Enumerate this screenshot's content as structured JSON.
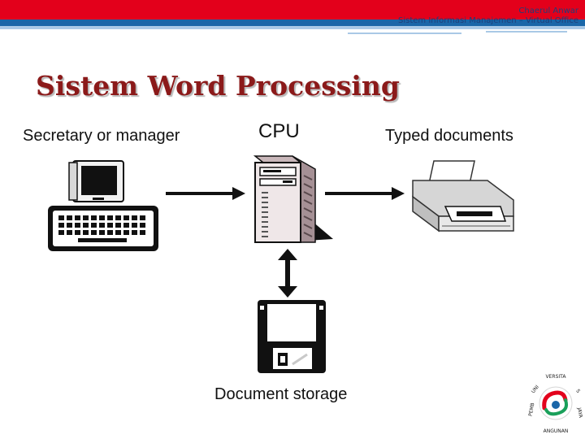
{
  "header": {
    "author": "Chaerul Anwar",
    "course": "Sistem Informasi Manajemen – Virtual Office"
  },
  "title": "Sistem Word Processing",
  "diagram": {
    "nodes": {
      "input": "Secretary or manager",
      "cpu": "CPU",
      "output": "Typed documents",
      "storage": "Document storage"
    }
  },
  "logo": {
    "text": "UNIVERSITAS PEMBANGUNAN JAYA"
  },
  "colors": {
    "header_red": "#e3001b",
    "header_blue": "#1a66a8",
    "title": "#8b1a1a"
  },
  "icons": [
    "computer-icon",
    "keyboard-icon",
    "cpu-tower-icon",
    "printer-icon",
    "floppy-disk-icon"
  ]
}
